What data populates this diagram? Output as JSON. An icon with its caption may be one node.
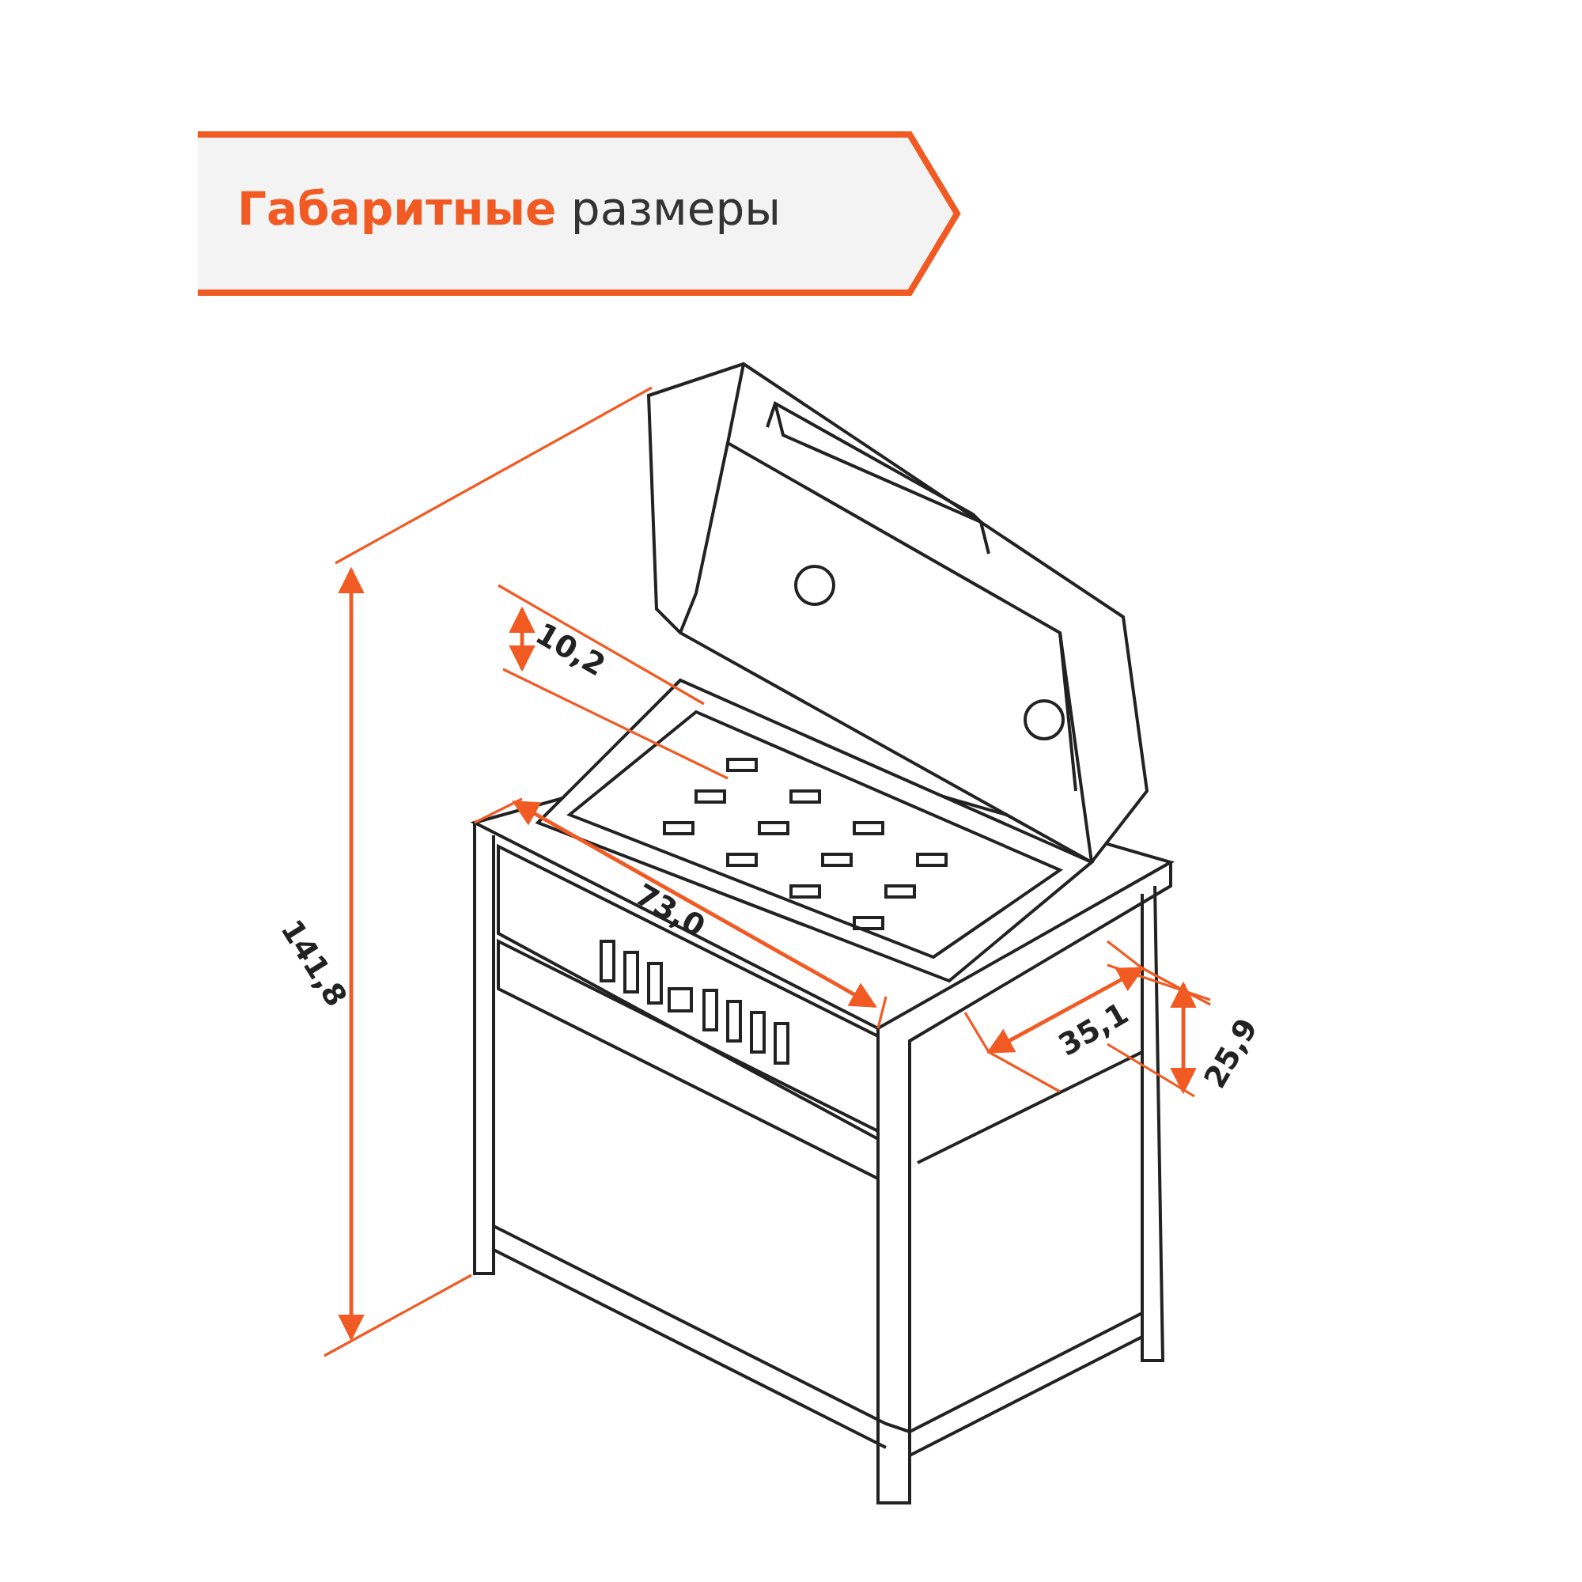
{
  "diagram": {
    "title": "**Габаритные** размеры",
    "labels": [
      "10,2",
      "73,0",
      "35,1",
      "25,9",
      "141,8"
    ]
  }
}
